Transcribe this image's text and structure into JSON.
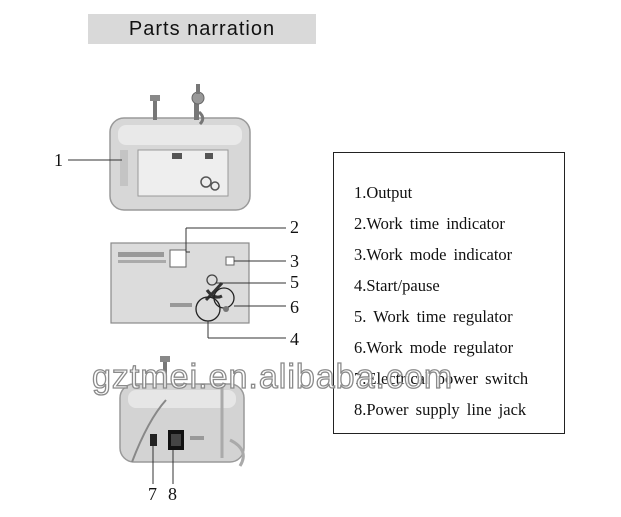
{
  "title": "Parts narration",
  "legend": {
    "items": [
      "1.Output",
      "2.Work time indicator",
      "3.Work mode indicator",
      "4.Start/pause",
      "5. Work time regulator",
      "6.Work mode regulator",
      "7.Electrical power switch",
      "8.Power supply line jack"
    ]
  },
  "callouts": {
    "c1": "1",
    "c2": "2",
    "c3": "3",
    "c4": "4",
    "c5": "5",
    "c6": "6",
    "c7": "7",
    "c8": "8"
  },
  "watermark": "gztmei.en.alibaba.com"
}
